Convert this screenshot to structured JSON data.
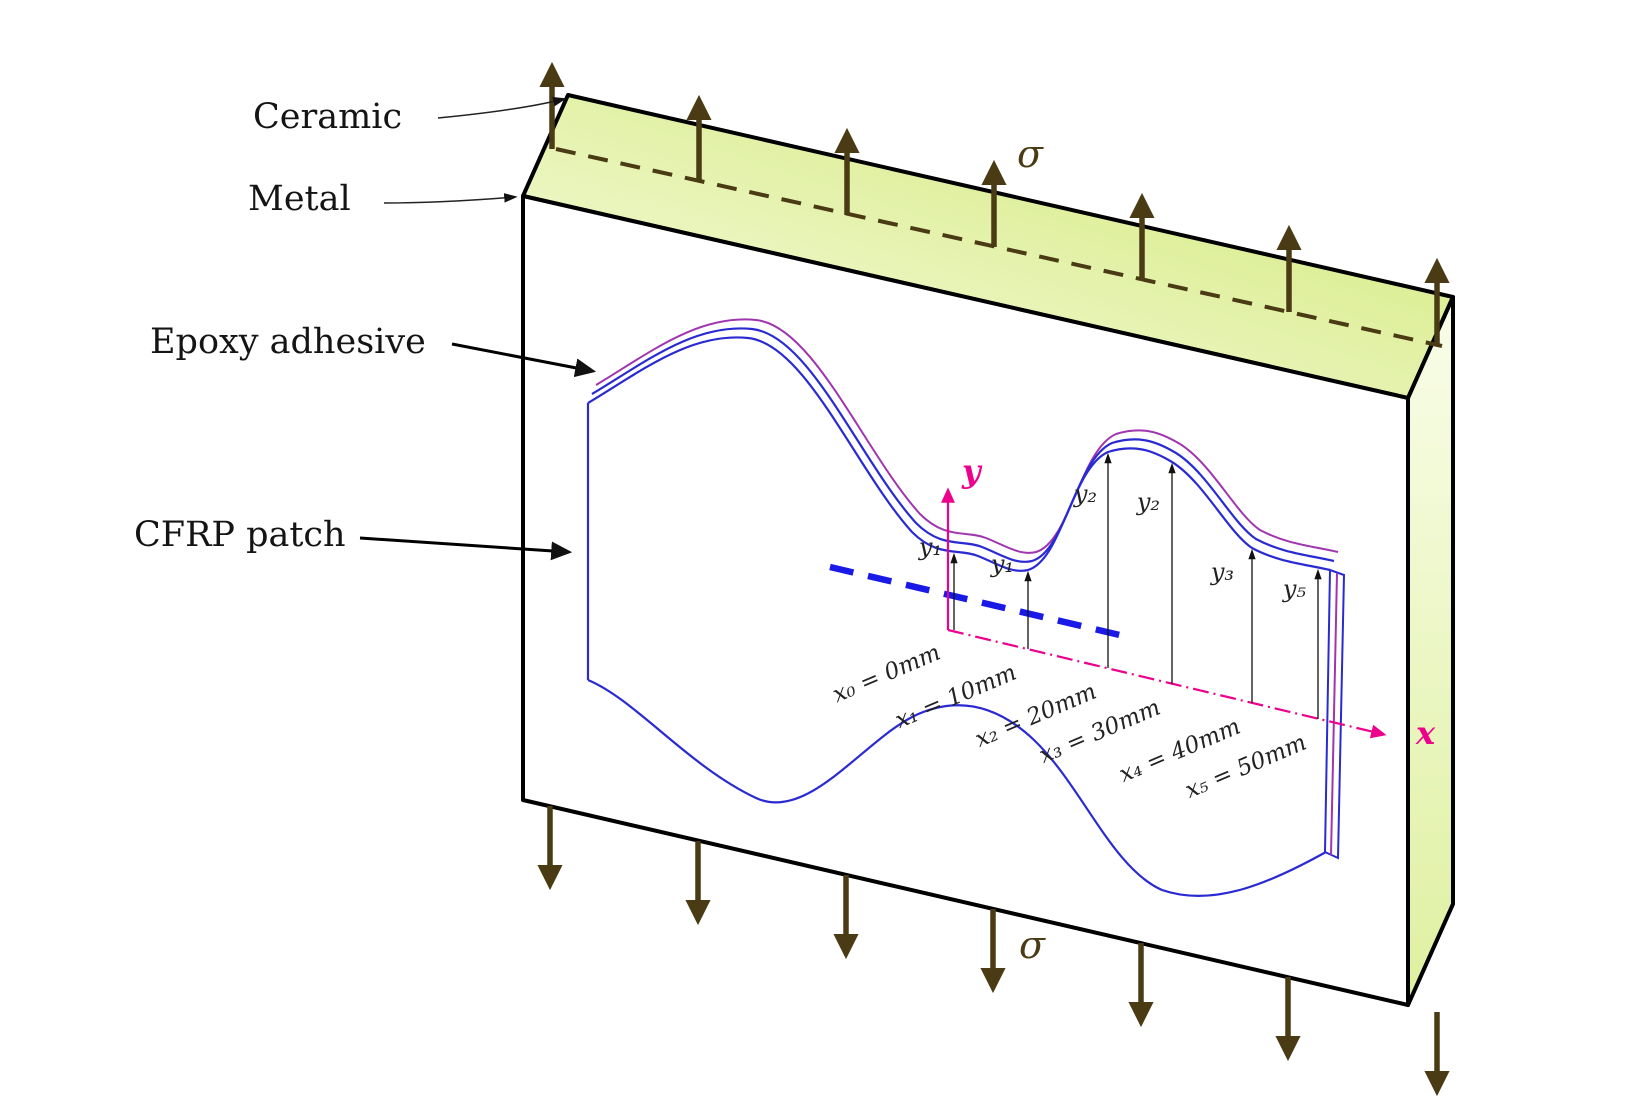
{
  "annotations": {
    "ceramic": "Ceramic",
    "metal": "Metal",
    "epoxy_adhesive": "Epoxy adhesive",
    "cfrp_patch": "CFRP patch"
  },
  "stress": {
    "top": "σ",
    "bottom": "σ"
  },
  "axes": {
    "x_label": "x",
    "y_label": "y"
  },
  "stations": [
    {
      "x_label": "x₀ = 0mm",
      "y_label": "y₁"
    },
    {
      "x_label": "x₁ = 10mm",
      "y_label": "y₁"
    },
    {
      "x_label": "x₂ = 20mm",
      "y_label": "y₂"
    },
    {
      "x_label": "x₃ = 30mm",
      "y_label": "y₂"
    },
    {
      "x_label": "x₄ = 40mm",
      "y_label": "y₃"
    },
    {
      "x_label": "x₅ = 50mm",
      "y_label": "y₅"
    }
  ],
  "colors": {
    "ceramic_fill": "#cfe76d",
    "ceramic_light": "#f9fdea",
    "ceramic_side": "#dff0a0",
    "stress_arrow": "#4a3b14",
    "axis_pink": "#ec008c",
    "patch_blue": "#2a2ad2",
    "adhesive_purple": "#a035b0",
    "crack_blue": "#1a1ae6"
  }
}
